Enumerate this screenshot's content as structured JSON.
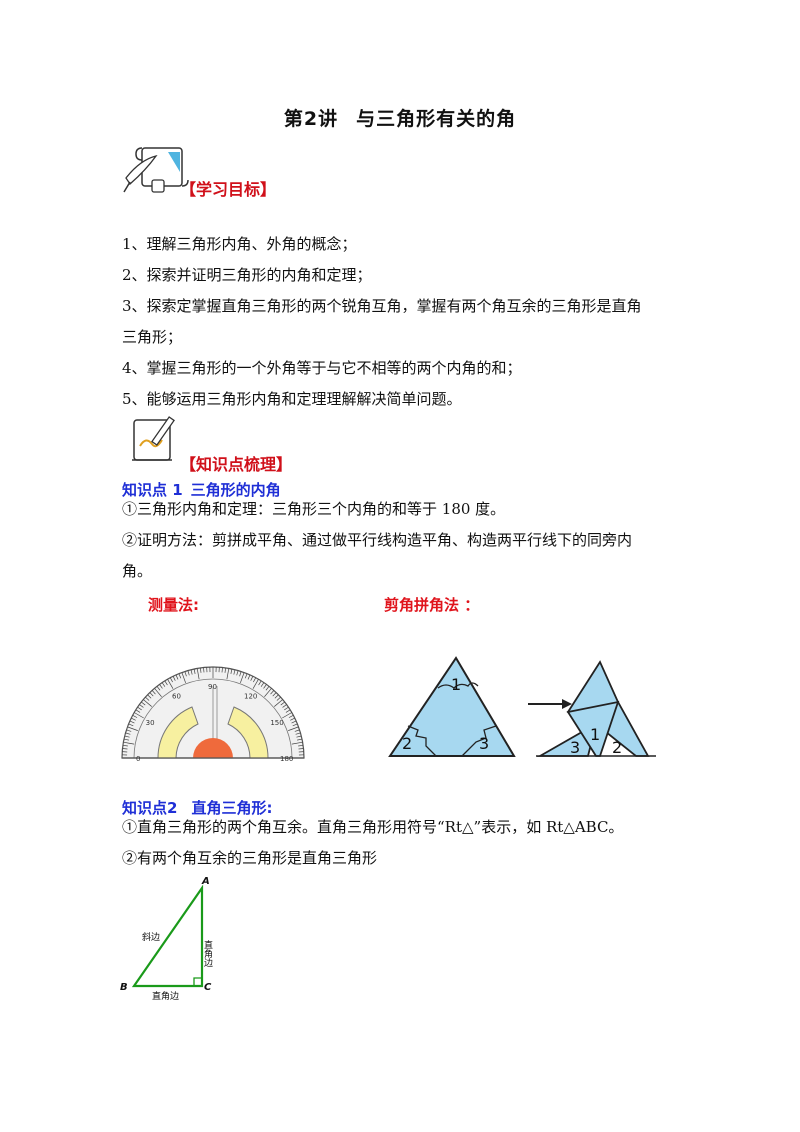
{
  "title": {
    "part1": "第2讲",
    "part2": "与三角形有关的角"
  },
  "objectives": {
    "heading": "【学习目标】",
    "items": [
      "1、理解三角形内角、外角的概念；",
      "2、探索并证明三角形的内角和定理；",
      "3、探索定掌握直角三角形的两个锐角互角，掌握有两个角互余的三角形是直角",
      "三角形；",
      "4、掌握三角形的一个外角等于与它不相等的两个内角的和；",
      "5、能够运用三角形内角和定理理解解决简单问题。"
    ]
  },
  "knowledge": {
    "heading": "【知识点梳理】",
    "point1": {
      "label": "知识点 1",
      "title": "三角形的内角",
      "line1": "①三角形内角和定理：三角形三个内角的和等于 180 度。",
      "line2": "②证明方法：剪拼成平角、通过做平行线构造平角、构造两平行线下的同旁内",
      "line3": "角。",
      "method_measure": "测量法:",
      "method_cut": "剪角拼角法 ："
    },
    "protractor": {
      "ticks": [
        "0",
        "30",
        "60",
        "90",
        "120",
        "150",
        "180"
      ]
    },
    "cut_triangle": {
      "angle_labels": [
        "1",
        "2",
        "3"
      ],
      "arranged_labels": [
        "3",
        "1",
        "2"
      ]
    },
    "point2": {
      "label": "知识点2",
      "title": "直角三角形:",
      "line1": "①直角三角形的两个角互余。直角三角形用符号“Rt△”表示，如 Rt△ABC。",
      "line2": "②有两个角互余的三角形是直角三角形"
    },
    "right_triangle": {
      "vertices": {
        "a": "A",
        "b": "B",
        "c": "C"
      },
      "hypotenuse": "斜边",
      "leg_vertical": "直角边",
      "leg_horizontal": "直角边"
    }
  },
  "colors": {
    "heading_red": "#d0101a",
    "knowledge_blue": "#1f2fd6",
    "triangle_green": "#1a9a1a",
    "paper_blue": "#9fd3ee"
  }
}
